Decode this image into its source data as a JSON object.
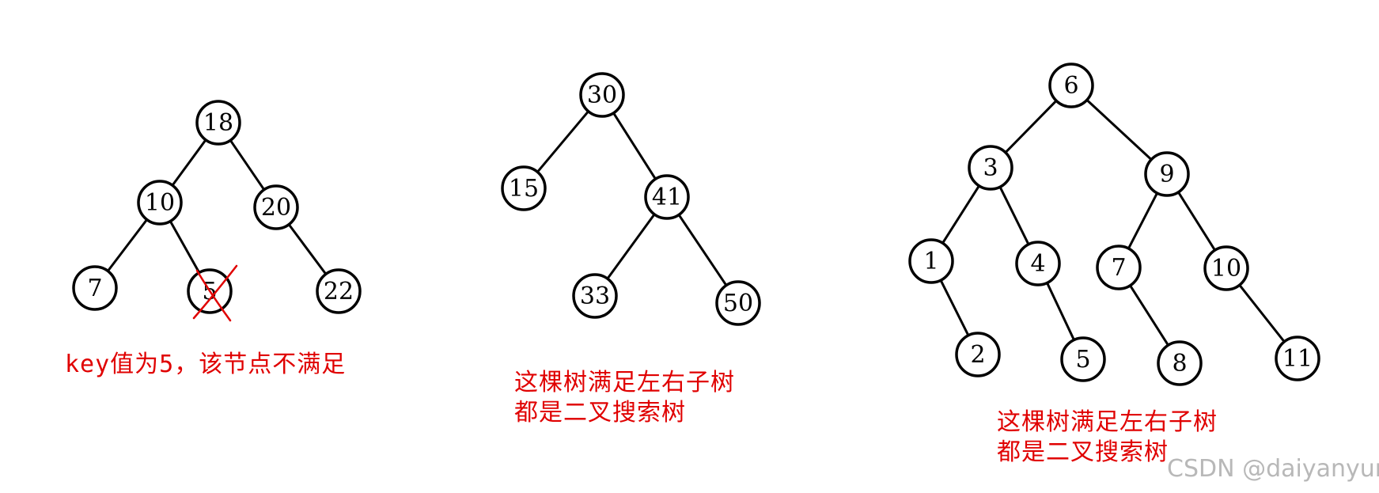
{
  "trees": [
    {
      "id": "tree1",
      "nodes": [
        {
          "id": "n18",
          "label": "18"
        },
        {
          "id": "n10",
          "label": "10"
        },
        {
          "id": "n20",
          "label": "20"
        },
        {
          "id": "n7",
          "label": "7"
        },
        {
          "id": "n5",
          "label": "5",
          "crossed_out": true
        },
        {
          "id": "n22",
          "label": "22"
        }
      ],
      "edges": [
        [
          "n18",
          "n10"
        ],
        [
          "n18",
          "n20"
        ],
        [
          "n10",
          "n7"
        ],
        [
          "n10",
          "n5"
        ],
        [
          "n20",
          "n22"
        ]
      ],
      "caption": [
        "key值为5，该节点不满足"
      ]
    },
    {
      "id": "tree2",
      "nodes": [
        {
          "id": "n30",
          "label": "30"
        },
        {
          "id": "n15",
          "label": "15"
        },
        {
          "id": "n41",
          "label": "41"
        },
        {
          "id": "n33",
          "label": "33"
        },
        {
          "id": "n50",
          "label": "50"
        }
      ],
      "edges": [
        [
          "n30",
          "n15"
        ],
        [
          "n30",
          "n41"
        ],
        [
          "n41",
          "n33"
        ],
        [
          "n41",
          "n50"
        ]
      ],
      "caption": [
        "这棵树满足左右子树",
        "都是二叉搜索树"
      ]
    },
    {
      "id": "tree3",
      "nodes": [
        {
          "id": "n6",
          "label": "6"
        },
        {
          "id": "n3",
          "label": "3"
        },
        {
          "id": "n9",
          "label": "9"
        },
        {
          "id": "n1",
          "label": "1"
        },
        {
          "id": "n4",
          "label": "4"
        },
        {
          "id": "n7b",
          "label": "7"
        },
        {
          "id": "n10b",
          "label": "10"
        },
        {
          "id": "n2",
          "label": "2"
        },
        {
          "id": "n5b",
          "label": "5"
        },
        {
          "id": "n8",
          "label": "8"
        },
        {
          "id": "n11",
          "label": "11"
        }
      ],
      "edges": [
        [
          "n6",
          "n3"
        ],
        [
          "n6",
          "n9"
        ],
        [
          "n3",
          "n1"
        ],
        [
          "n3",
          "n4"
        ],
        [
          "n9",
          "n7b"
        ],
        [
          "n9",
          "n10b"
        ],
        [
          "n1",
          "n2"
        ],
        [
          "n4",
          "n5b"
        ],
        [
          "n7b",
          "n8"
        ],
        [
          "n10b",
          "n11"
        ]
      ],
      "caption": [
        "这棵树满足左右子树",
        "都是二叉搜索树"
      ]
    }
  ],
  "colors": {
    "node_stroke": "#000000",
    "edge": "#000000",
    "caption": "#e00000",
    "cross_mark": "#e00000",
    "watermark": "#b8b8b8"
  },
  "watermark": "CSDN @daiyanyun"
}
